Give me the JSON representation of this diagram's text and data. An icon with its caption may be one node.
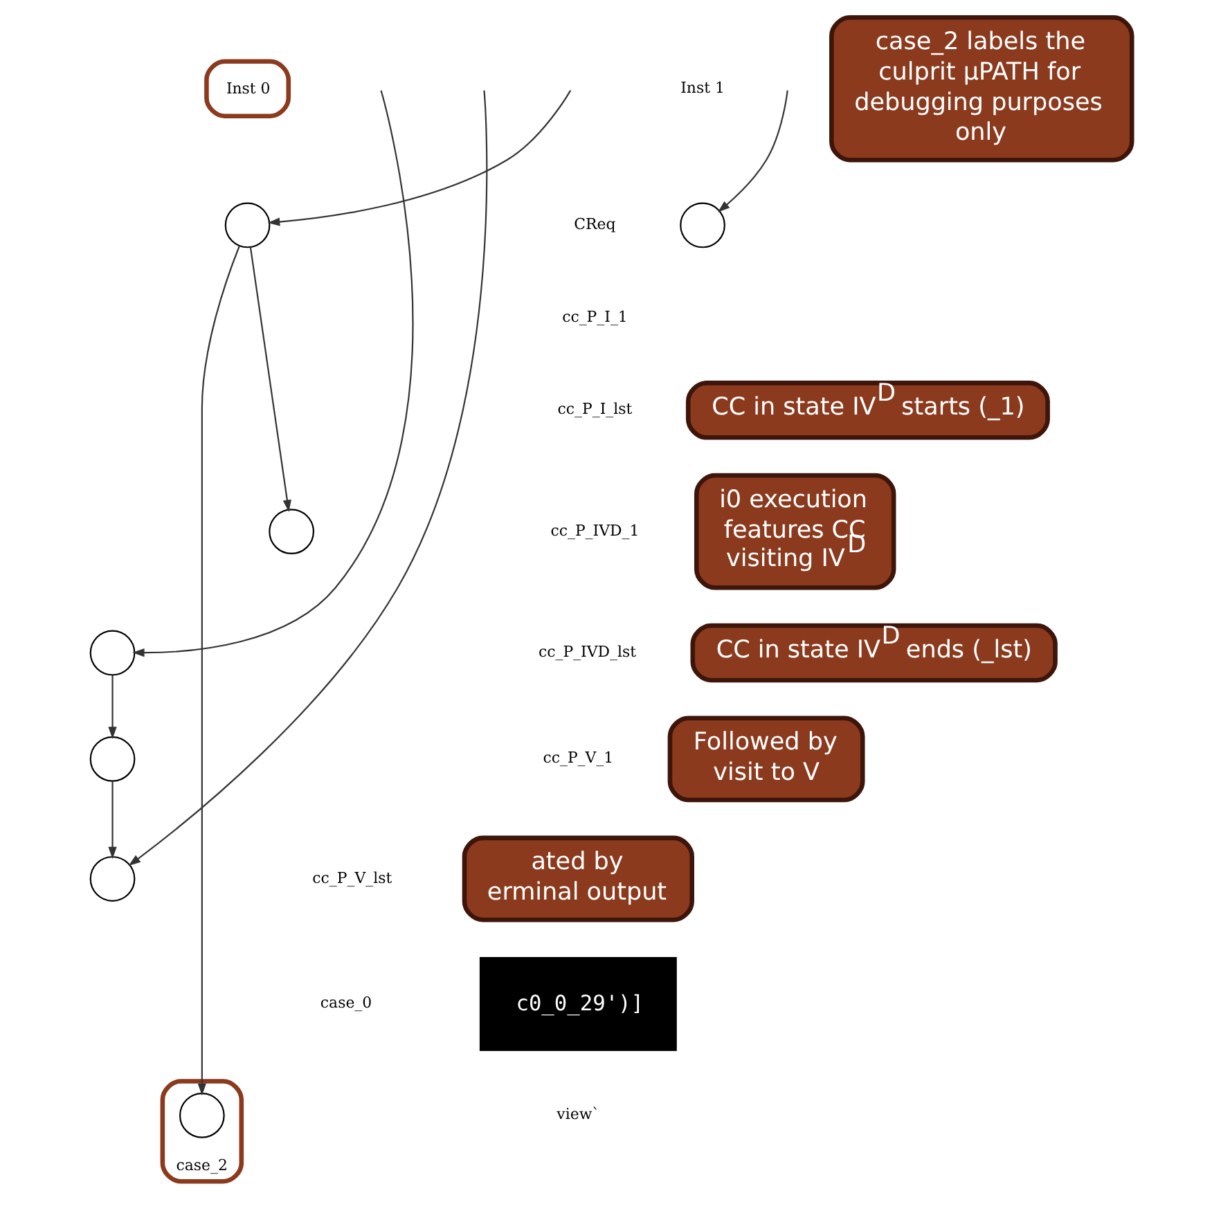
{
  "diagram": {
    "nodes": [
      {
        "text": [
          "Inst 0"
        ]
      },
      {
        "text": [],
        "shape": "circle"
      },
      {
        "text": [],
        "shape": "circle"
      },
      {
        "text": [],
        "shape": "circle"
      },
      {
        "text": [],
        "shape": "circle"
      },
      {
        "text": [],
        "shape": "circle"
      },
      {
        "text": [
          "case_2"
        ]
      },
      {
        "text": [],
        "shape": "circle",
        "in": 6
      },
      {
        "text": [],
        "shape": "circle"
      },
      {
        "text": [
          "CC in state IV$^{D}$ starts (_1)"
        ]
      },
      {
        "text": [
          "CC in state IV$^{D}$ ends (_lst)"
        ]
      },
      {
        "text": [
          "i0 execution features CC visiting IV$^{D}$"
        ]
      },
      {
        "text": [
          "Followed by visit to V"
        ]
      },
      {
        "text": [
          "case_2 labels the culprit µPATH for debugging purposes only"
        ]
      },
      {
        "text": [
          "ated by",
          "erminal output"
        ]
      },
      {
        "text": [
          "c0_0_29')]"
        ]
      }
    ],
    "edges": [
      {
        "from": 1,
        "to": 2,
        "arrow": "to"
      },
      {
        "from": 3,
        "to": 4,
        "arrow": "to"
      },
      {
        "from": 4,
        "to": 5,
        "arrow": "to"
      },
      {
        "from": 1,
        "to": 7,
        "arrow": "to"
      },
      {
        "from": null,
        "to": 1,
        "arrow": "to"
      },
      {
        "from": null,
        "to": 8,
        "arrow": "to"
      },
      {
        "from": null,
        "to": 3,
        "arrow": "to"
      },
      {
        "from": null,
        "to": 5,
        "arrow": "to"
      }
    ],
    "labels": [
      "CReq",
      "cc_P_I_1",
      "cc_P_I_lst",
      "cc_P_IVD_1",
      "cc_P_IVD_lst",
      "cc_P_V_1",
      "cc_P_V_lst",
      "case_0",
      "Inst 1",
      "view`"
    ]
  }
}
